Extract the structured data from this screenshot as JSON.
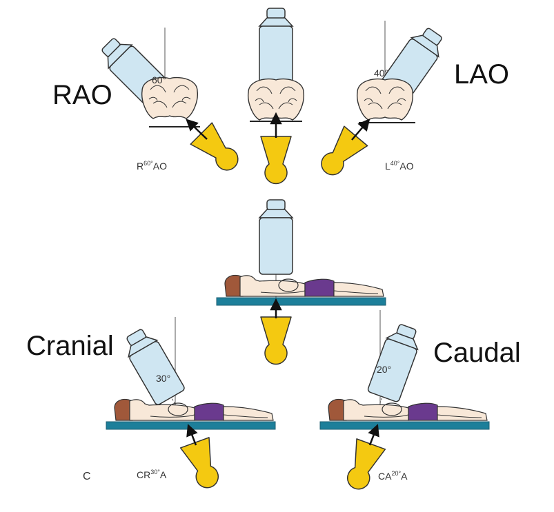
{
  "labels": {
    "rao": "RAO",
    "lao": "LAO",
    "cranial": "Cranial",
    "caudal": "Caudal",
    "panel_letter": "C"
  },
  "captions": {
    "rao": {
      "pre": "R",
      "deg": "60°",
      "post": "AO"
    },
    "lao": {
      "pre": "L",
      "deg": "40°",
      "post": "AO"
    },
    "cranial": {
      "pre": "CR",
      "deg": "30°",
      "post": "A"
    },
    "caudal": {
      "pre": "CA",
      "deg": "20°",
      "post": "A"
    }
  },
  "angles": {
    "rao": "60°",
    "lao": "40°",
    "cranial": "30°",
    "caudal": "20°"
  },
  "colors": {
    "detector_fill": "#cfe6f2",
    "tube_fill": "#f4c911",
    "table_fill": "#1d7f9a",
    "skin": "#f8e8d8",
    "hair": "#a0583a",
    "shorts": "#6a3a8e",
    "outline": "#333333"
  }
}
